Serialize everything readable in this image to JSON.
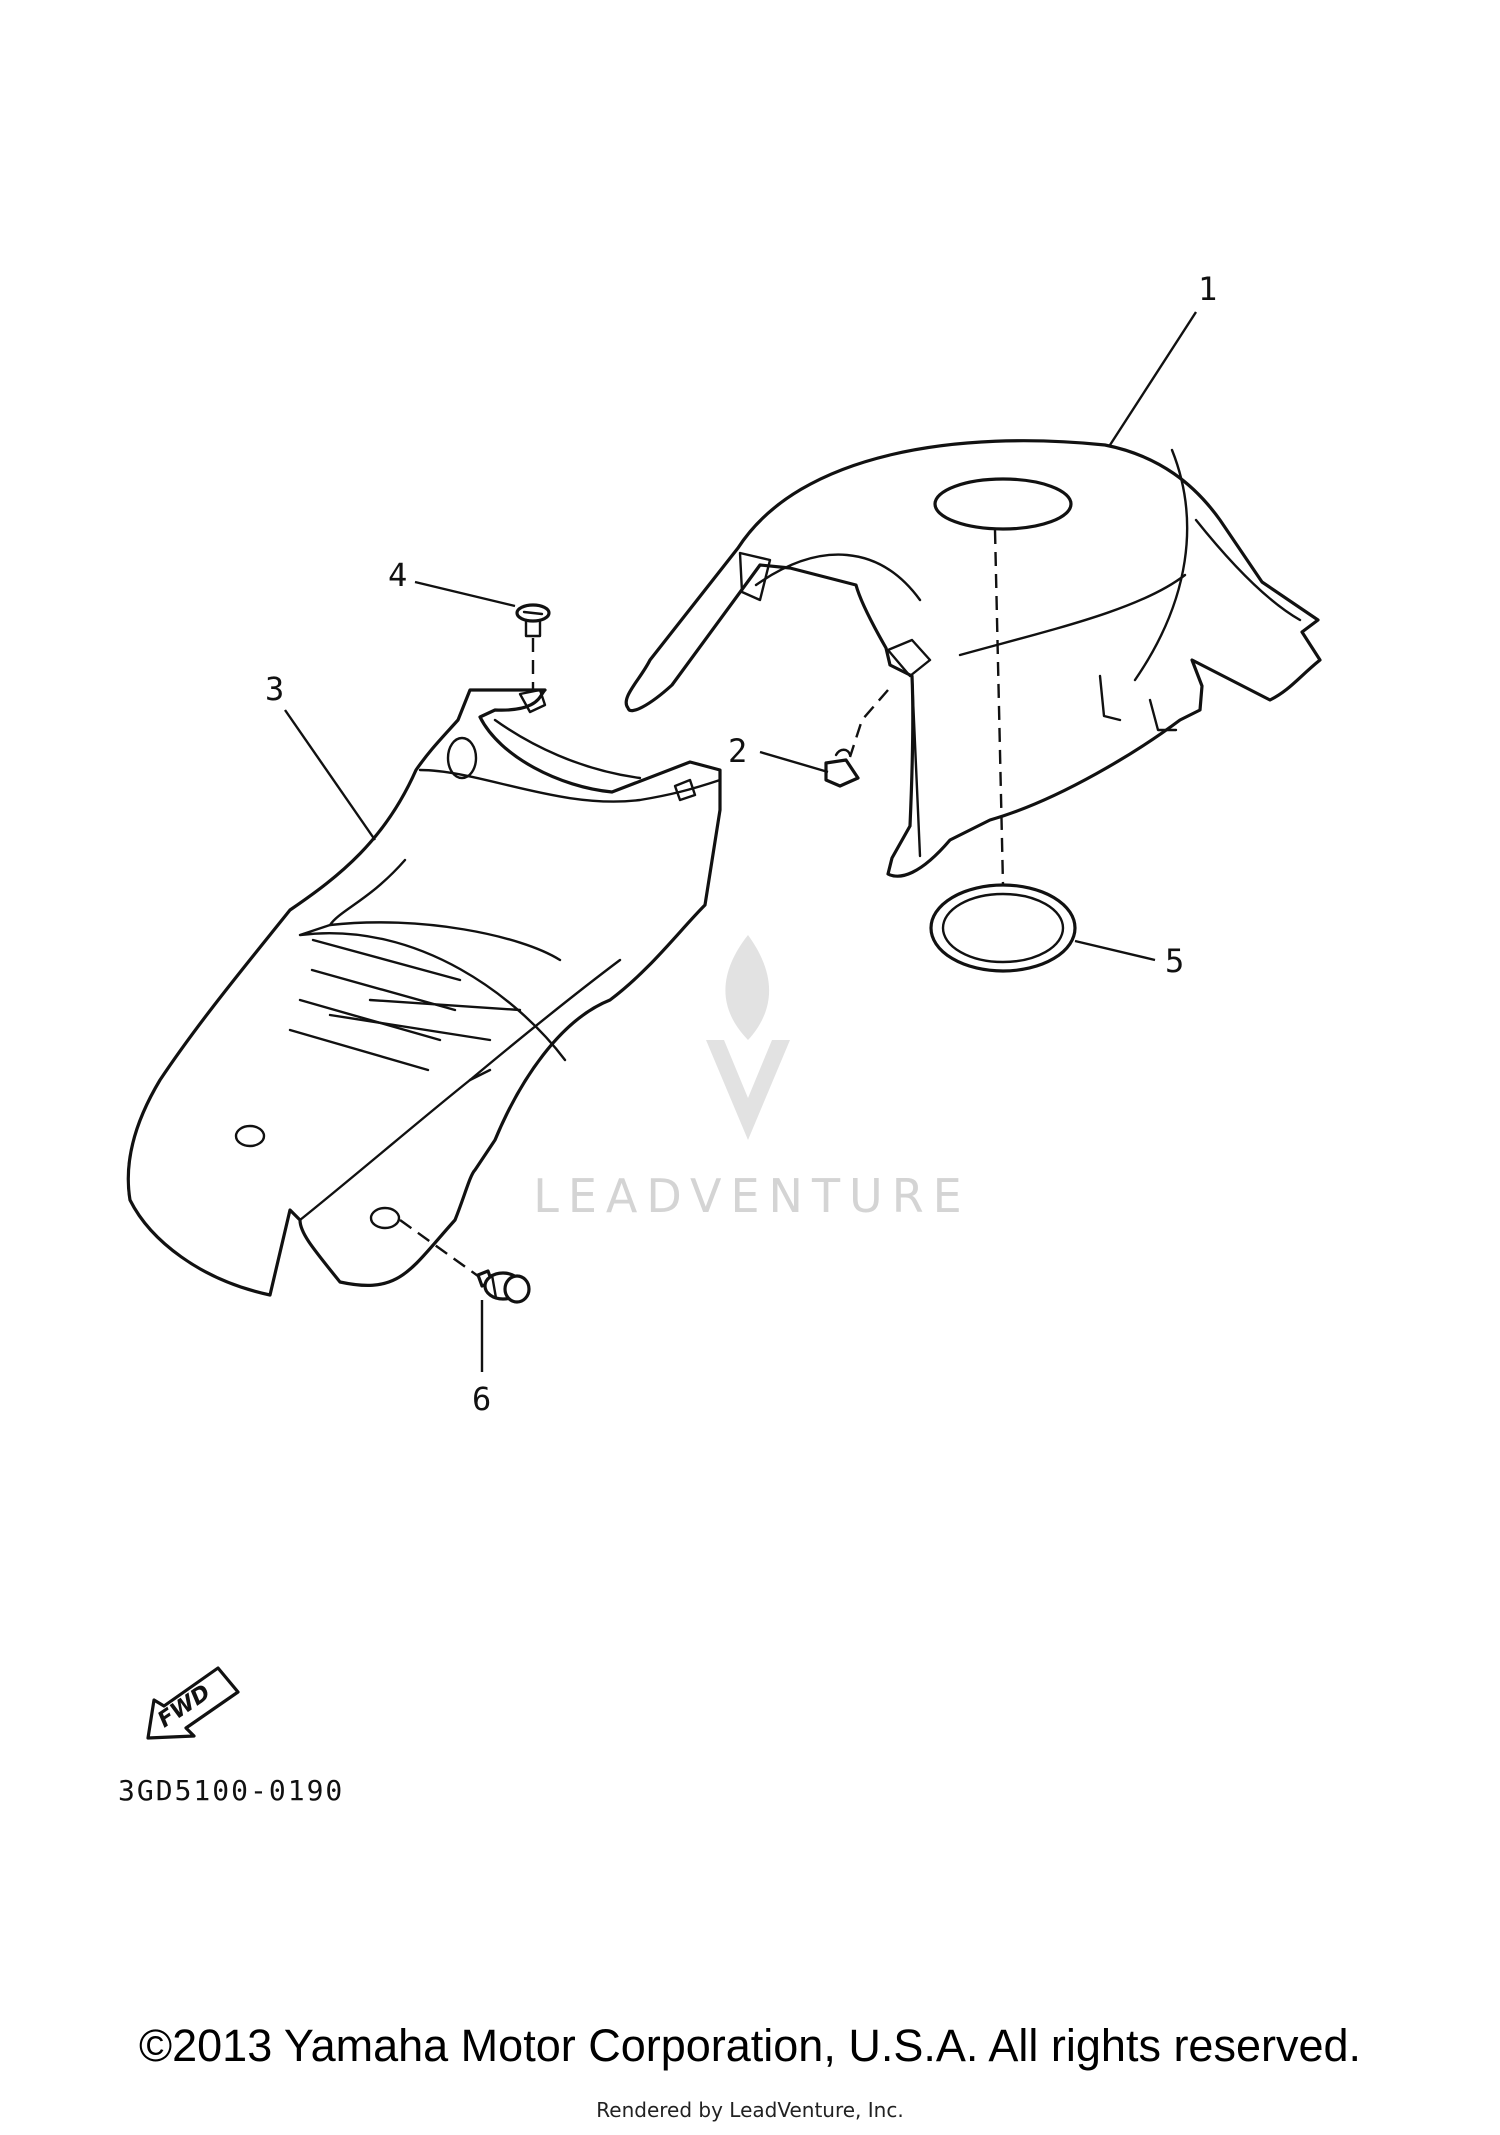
{
  "callouts": {
    "part1": "1",
    "part2": "2",
    "part3": "3",
    "part4": "4",
    "part5": "5",
    "part6": "6"
  },
  "direction_badge": "FWD",
  "diagram_code": "3GD5100-0190",
  "watermark": {
    "text": "LEADVENTURE",
    "color": "#d4d4d4"
  },
  "footer": {
    "copyright": "©2013 Yamaha Motor Corporation, U.S.A. All rights reserved.",
    "rendered_by": "Rendered by LeadVenture, Inc."
  }
}
